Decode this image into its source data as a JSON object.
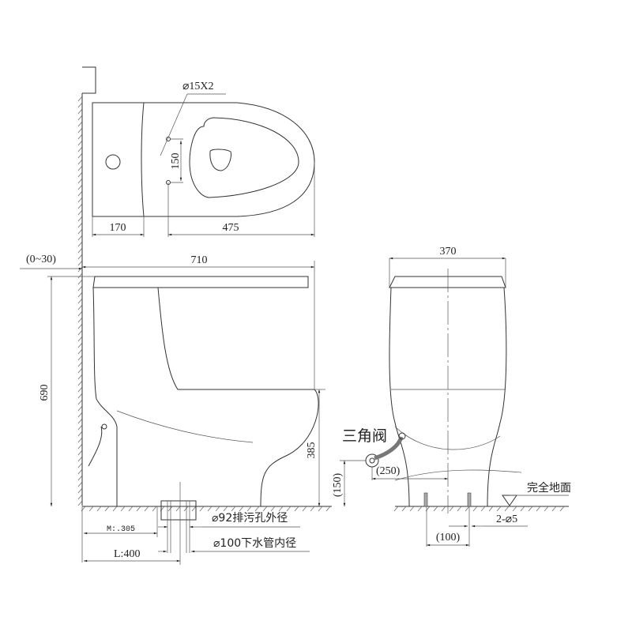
{
  "top_view": {
    "hole_label": "⌀15X2",
    "hole_spacing": "150",
    "tank_depth": "170",
    "hole_to_front": "475"
  },
  "side_view": {
    "wall_gap": "(0~30)",
    "length": "710",
    "height": "690",
    "seat_height": "385",
    "outlet_outer_label": "⌀92排污孔外径",
    "drain_inner_label": "⌀100下水管内径",
    "rough_in_min": "M:.305",
    "rough_in": "L:400"
  },
  "front_view": {
    "width": "370",
    "valve_label": "三角阀",
    "valve_offset": "(250)",
    "valve_height": "(150)",
    "floor_label": "完全地面",
    "bolt_label": "2-⌀5",
    "bolt_spacing": "(100)"
  }
}
